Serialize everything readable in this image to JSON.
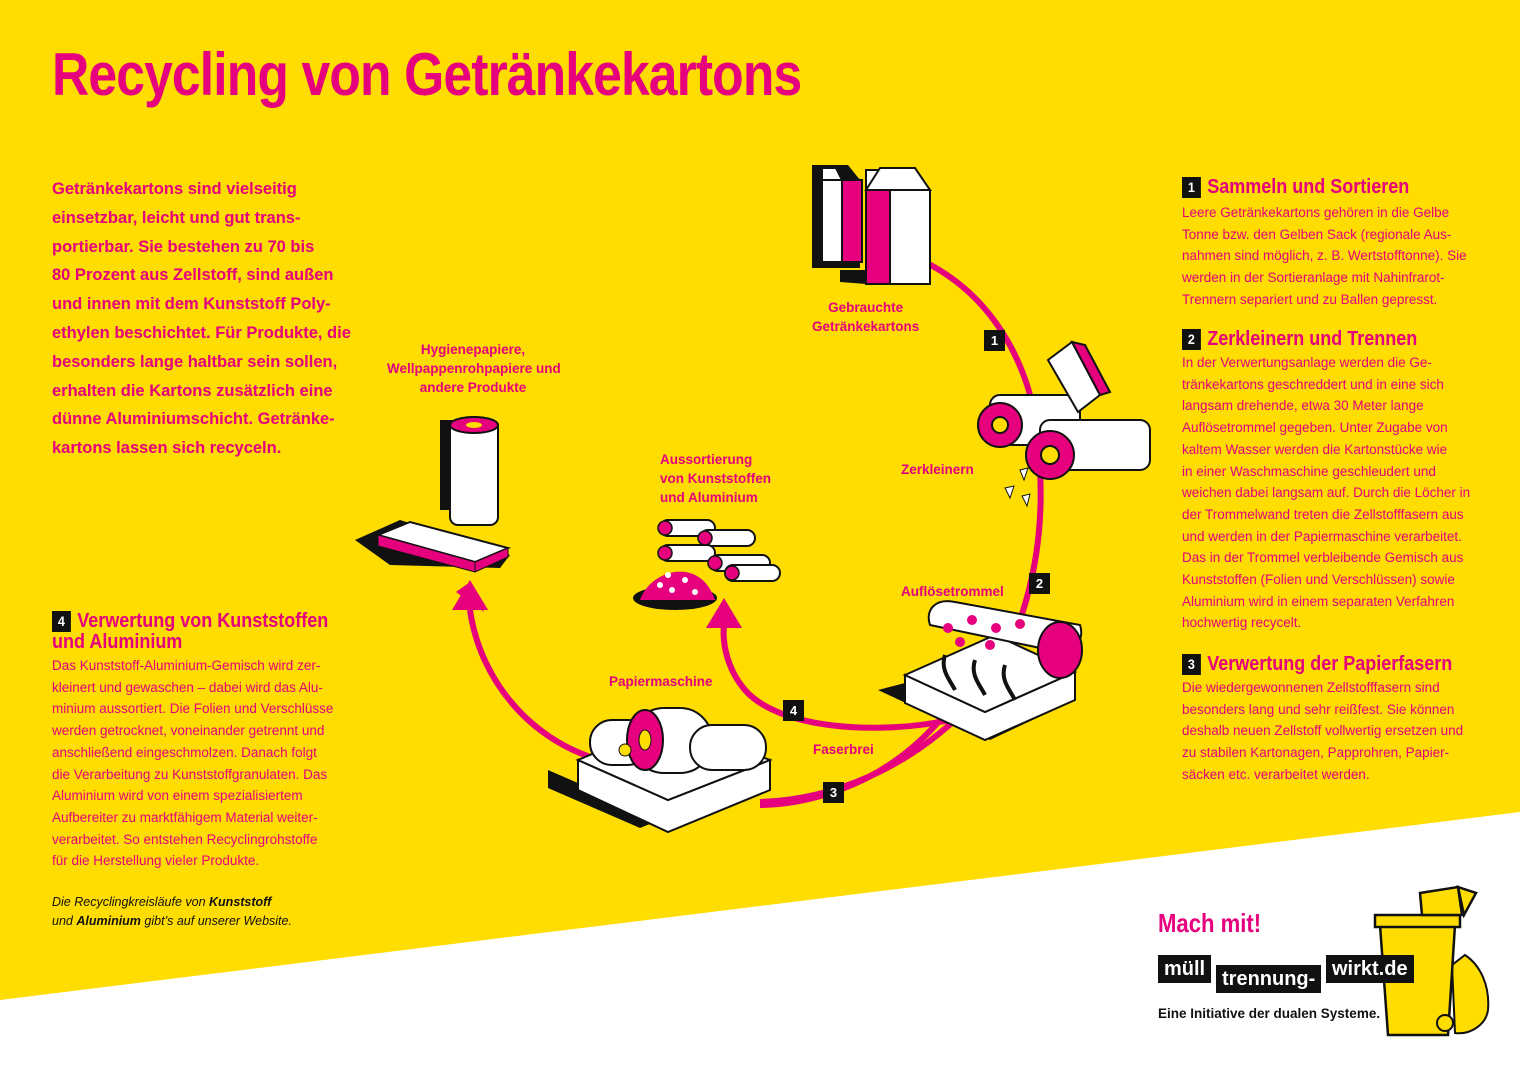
{
  "title": "Recycling von Getränkekartons",
  "intro": [
    "Getränkekartons sind vielseitig",
    "einsetzbar, leicht und gut trans-",
    "portierbar. Sie bestehen zu 70 bis",
    "80 Prozent aus Zellstoff, sind außen",
    "und innen mit dem Kunststoff Poly-",
    "ethylen beschichtet. Für Produkte, die",
    "besonders lange haltbar sein sollen,",
    "erhalten die Kartons zusätzlich eine",
    "dünne Aluminiumschicht. Getränke-",
    "kartons lassen sich recyceln."
  ],
  "sections": {
    "s1": {
      "num": "1",
      "title": "Sammeln und Sortieren",
      "body": [
        "Leere Getränkekartons gehören in die Gelbe",
        "Tonne bzw. den Gelben Sack (regionale Aus-",
        "nahmen sind möglich, z. B. Wertstofftonne). Sie",
        "werden in der Sortieranlage mit Nahinfrarot-",
        "Trennern separiert und zu Ballen gepresst."
      ]
    },
    "s2": {
      "num": "2",
      "title": "Zerkleinern und Trennen",
      "body": [
        "In der Verwertungsanlage werden die Ge-",
        "tränkekartons geschreddert und in eine sich",
        "langsam drehende, etwa 30 Meter lange",
        "Auflösetrommel gegeben. Unter Zugabe von",
        "kaltem Wasser werden die Kartonstücke wie",
        "in einer Waschmaschine geschleudert und",
        "weichen dabei langsam auf. Durch die Löcher in",
        "der Trommelwand treten die Zellstofffasern aus",
        "und werden in der Papiermaschine verarbeitet.",
        "Das in der Trommel verbleibende Gemisch aus",
        "Kunststoffen (Folien und Verschlüssen) sowie",
        "Aluminium wird in einem separaten Verfahren",
        "hochwertig recycelt."
      ]
    },
    "s3": {
      "num": "3",
      "title": "Verwertung der Papierfasern",
      "body": [
        "Die wiedergewonnenen Zellstofffasern sind",
        "besonders lang und sehr reißfest. Sie können",
        "deshalb neuen Zellstoff vollwertig ersetzen und",
        "zu stabilen Kartonagen, Papprohren, Papier-",
        "säcken etc. verarbeitet werden."
      ]
    },
    "s4": {
      "num": "4",
      "title_line1": "Verwertung von Kunststoffen",
      "title_line2": "und Aluminium",
      "body": [
        "Das Kunststoff-Aluminium-Gemisch wird zer-",
        "kleinert und gewaschen – dabei wird das Alu-",
        "minium aussortiert. Die Folien und Verschlüsse",
        "werden getrocknet, voneinander getrennt und",
        "anschließend eingeschmolzen. Danach folgt",
        "die Verarbeitung zu Kunststoffgranulaten. Das",
        "Aluminium wird von einem spezialisiertem",
        "Aufbereiter zu marktfähigem Material weiter-",
        "verarbeitet. So entstehen Recyclingrohstoffe",
        "für die Herstellung vieler Produkte."
      ]
    }
  },
  "diagram": {
    "labels": {
      "cartons": [
        "Gebrauchte",
        "Getränkekartons"
      ],
      "shred": "Zerkleinern",
      "drum": "Auflösetrommel",
      "pulp": "Faserbrei",
      "papermachine": "Papiermaschine",
      "products": [
        "Hygienepapiere,",
        "Wellpappenrohpapiere und",
        "andere Produkte"
      ],
      "sorting": [
        "Aussortierung",
        "von Kunststoffen",
        "und Aluminium"
      ]
    },
    "steps": [
      "1",
      "2",
      "3",
      "4"
    ]
  },
  "note": {
    "line1_prefix": "Die Recyclingkreisläufe von ",
    "line1_bold": "Kunststoff",
    "line2_prefix": "und ",
    "line2_bold": "Aluminium",
    "line2_suffix": " gibt’s auf unserer Website."
  },
  "footer": {
    "mach_mit": "Mach mit!",
    "logo_words": [
      "müll",
      "trennung-",
      "wirkt.de"
    ],
    "tagline": "Eine Initiative der dualen Systeme."
  },
  "colors": {
    "background": "#ffdd00",
    "magenta": "#e6007e",
    "black": "#111111",
    "white": "#ffffff"
  }
}
